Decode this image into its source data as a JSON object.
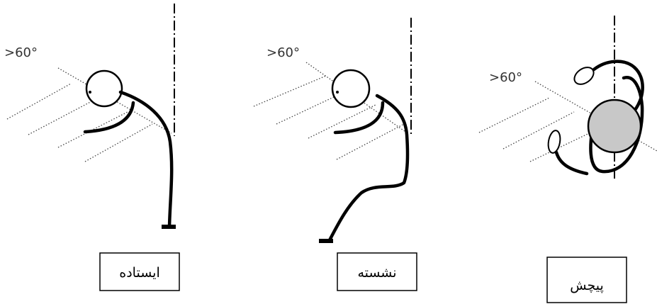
{
  "panels": [
    {
      "id": "standing",
      "angle_label": ">60°",
      "caption": "ایستاده"
    },
    {
      "id": "sitting",
      "angle_label": ">60°",
      "caption": "نشسته"
    },
    {
      "id": "twisting",
      "angle_label": ">60°",
      "caption": "پیچش"
    }
  ],
  "colors": {
    "line": "#000000",
    "torso_fill": "#c8c8c8",
    "hatch": "#444444"
  }
}
